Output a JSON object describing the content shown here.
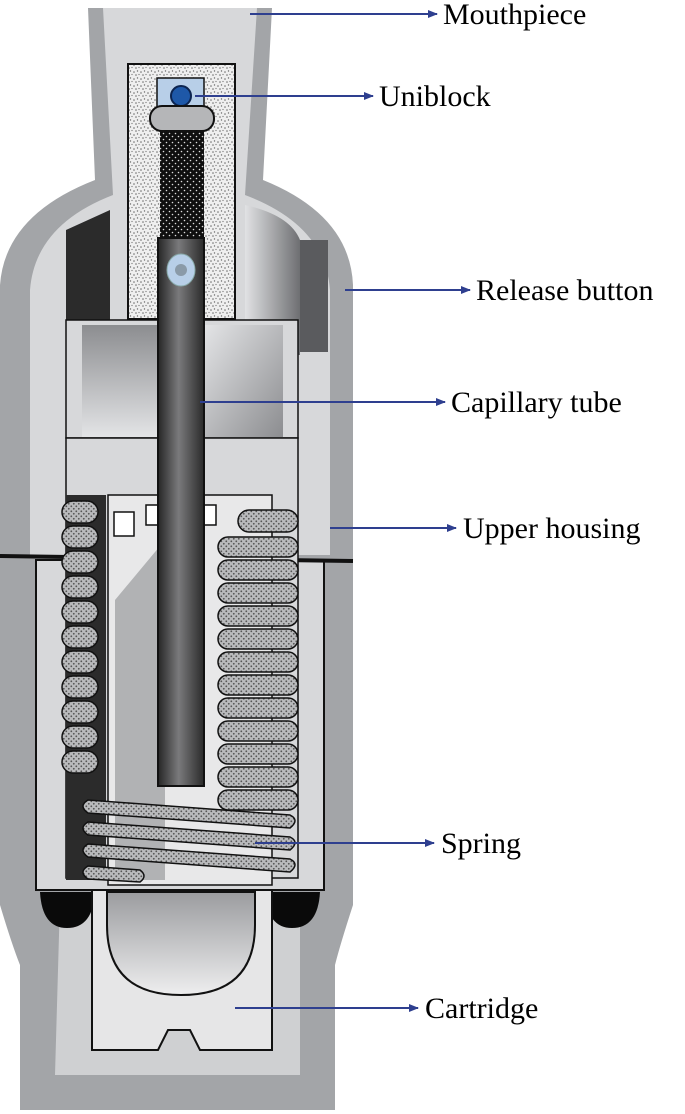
{
  "labels": {
    "mouthpiece": "Mouthpiece",
    "uniblock": "Uniblock",
    "release_button": "Release button",
    "capillary_tube": "Capillary tube",
    "upper_housing": "Upper housing",
    "spring": "Spring",
    "cartridge": "Cartridge"
  },
  "colors": {
    "arrow": "#2e3f8f",
    "outer_shell": "#a3a5a8",
    "inner_body": "#d7d8da",
    "dark_part": "#2b2b2b",
    "background": "#ffffff"
  }
}
